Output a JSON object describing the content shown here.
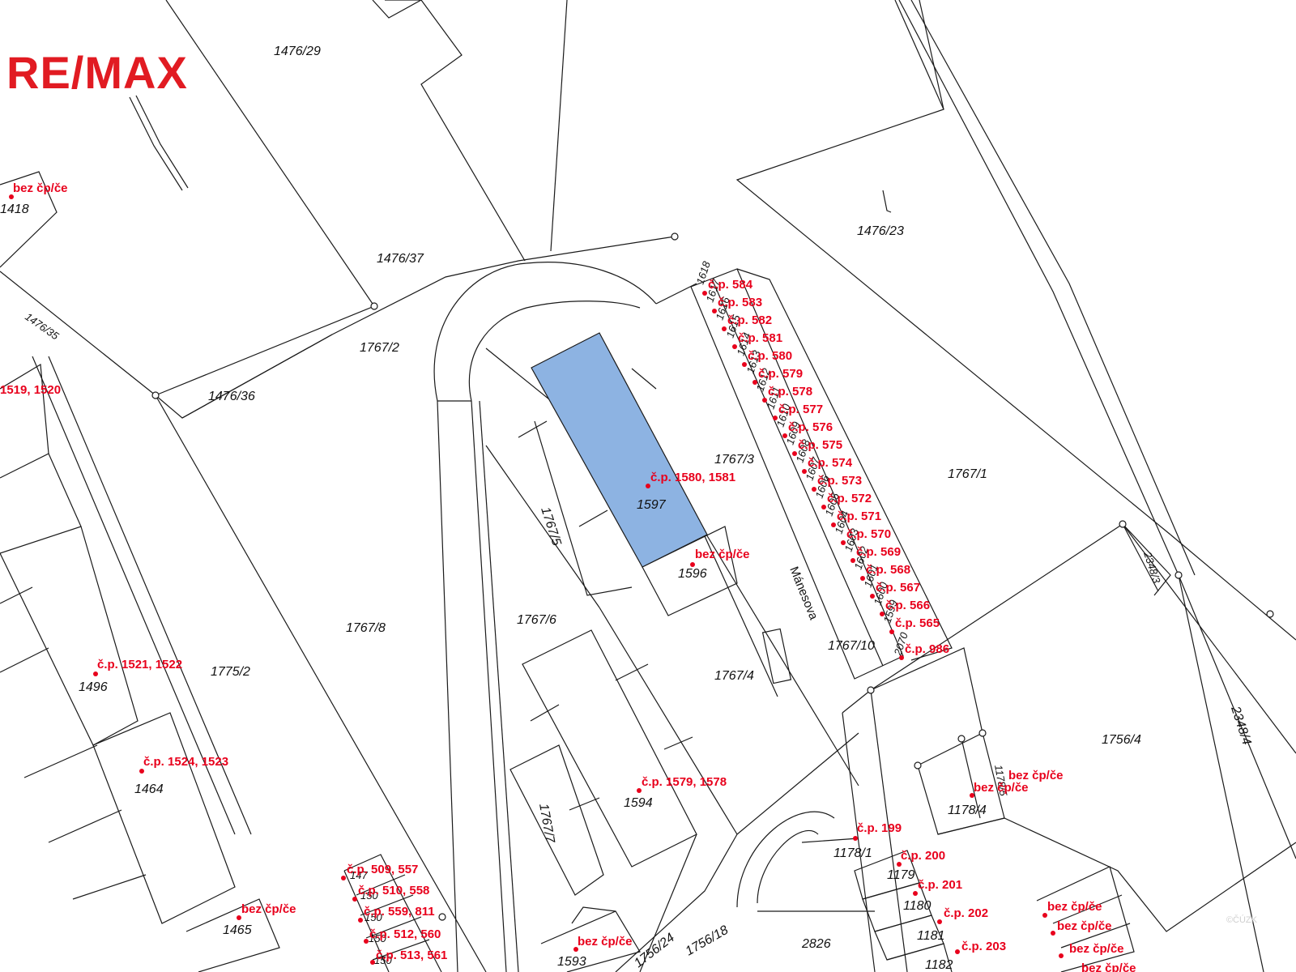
{
  "logo": {
    "text": "RE/MAX",
    "color": "#e11b22"
  },
  "copyright": "©ČÚZK",
  "colors": {
    "highlight_fill": "#8db3e2",
    "address_red": "#e8001c",
    "line": "#1a1a1a"
  },
  "street_names": [
    "Mánesova"
  ],
  "parcel_numbers": [
    "1476/29",
    "1476/23",
    "1476/37",
    "1767/2",
    "1476/36",
    "1476/35",
    "1418",
    "1767/3",
    "1597",
    "1596",
    "1767/5",
    "1767/6",
    "1767/8",
    "1767/1",
    "1775/2",
    "1496",
    "1464",
    "1465",
    "1767/4",
    "1767/10",
    "1594",
    "1767/7",
    "1756/4",
    "2348/3",
    "2348/4",
    "1178/4",
    "1178/5",
    "1178/1",
    "1179",
    "1180",
    "1181",
    "1182",
    "2826",
    "1756/24",
    "1756/18",
    "1593",
    "1618",
    "1617",
    "1616",
    "1615",
    "1614",
    "1613",
    "1612",
    "1611",
    "1610",
    "1609",
    "1608",
    "1607",
    "1606",
    "1605",
    "1604",
    "1603",
    "1602",
    "1601",
    "1600",
    "1599",
    "2070",
    "147",
    "150",
    "150",
    "150",
    "150"
  ],
  "address_labels": [
    "bez čp/če",
    "1519, 1520",
    "č.p. 1580, 1581",
    "bez čp/če",
    "č.p. 1521, 1522",
    "č.p. 1524, 1523",
    "bez čp/če",
    "č.p. 1579, 1578",
    "bez čp/če",
    "bez čp/če",
    "č.p. 199",
    "č.p. 200",
    "č.p. 201",
    "č.p. 202",
    "č.p. 203",
    "bez čp/če",
    "č.p. 584",
    "č.p. 583",
    "č.p. 582",
    "č.p. 581",
    "č.p. 580",
    "č.p. 579",
    "č.p. 578",
    "č.p. 577",
    "č.p. 576",
    "č.p. 575",
    "č.p. 574",
    "č.p. 573",
    "č.p. 572",
    "č.p. 571",
    "č.p. 570",
    "č.p. 569",
    "č.p. 568",
    "č.p. 567",
    "č.p. 566",
    "č.p. 565",
    "č.p. 986",
    "č.p. 509, 557",
    "č.p. 510, 558",
    "č.p. 559, 811",
    "č.p. 512, 560",
    "č.p. 513, 561",
    "bez čp/če",
    "bez čp/če",
    "bez čp/če",
    "bez čp/če"
  ]
}
